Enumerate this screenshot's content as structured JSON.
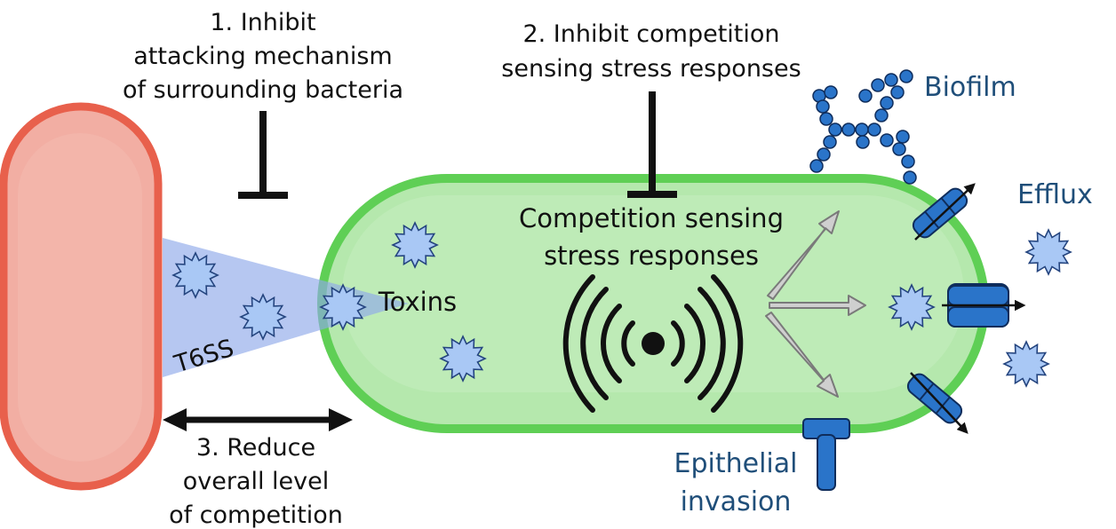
{
  "labels": {
    "step1": [
      "1. Inhibit",
      "attacking mechanism",
      "of surrounding bacteria"
    ],
    "step2": [
      "2. Inhibit competition",
      "sensing stress responses"
    ],
    "step3": [
      "3. Reduce",
      "overall level",
      "of competition"
    ],
    "core": [
      "Competition sensing",
      "stress responses"
    ],
    "toxins": "Toxins",
    "t6ss": "T6SS",
    "biofilm": "Biofilm",
    "efflux": "Efflux",
    "invasion": [
      "Epithelial",
      "invasion"
    ]
  },
  "colors": {
    "attacker_fill": "#f2aea3",
    "attacker_stroke": "#e8604c",
    "cell_fill": "#b5e8ad",
    "cell_stroke": "#5fcf55",
    "cone": "#8fa9ea",
    "toxin_fill": "#a9c8f5",
    "toxin_stroke": "#2b4f9a",
    "pump": "#2a74c9",
    "label_blue": "#1f4e79"
  },
  "icons": [
    "toxin-icon",
    "signal-icon",
    "efflux-pump-icon",
    "biofilm-icon",
    "receptor-icon"
  ]
}
